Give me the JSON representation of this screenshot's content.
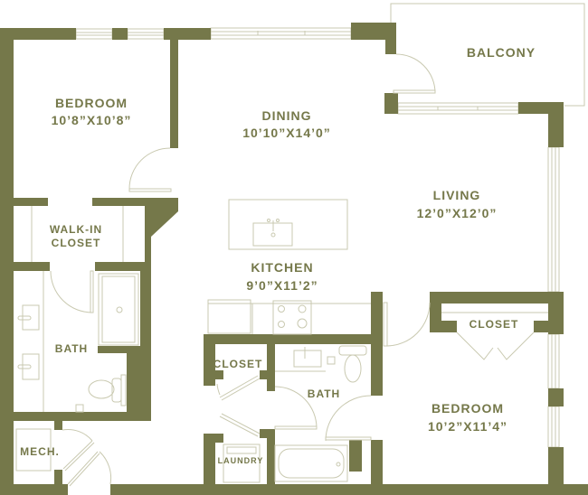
{
  "colors": {
    "wall": "#75784a",
    "fixture": "#c9c9b0",
    "background": "#ffffff"
  },
  "rooms": {
    "bedroom1": {
      "name": "BEDROOM",
      "size": "10’8”X10’8”"
    },
    "dining": {
      "name": "DINING",
      "size": "10’10”X14’0”"
    },
    "balcony": {
      "name": "BALCONY"
    },
    "living": {
      "name": "LIVING",
      "size": "12’0”X12’0”"
    },
    "walkin": {
      "name_line1": "WALK-IN",
      "name_line2": "CLOSET"
    },
    "kitchen": {
      "name": "KITCHEN",
      "size": "9’0”X11’2”"
    },
    "bath1": {
      "name": "BATH"
    },
    "closet_bedroom2": {
      "name": "CLOSET"
    },
    "closet_hall": {
      "name": "CLOSET"
    },
    "bath2": {
      "name": "BATH"
    },
    "bedroom2": {
      "name": "BEDROOM",
      "size": "10’2”X11’4”"
    },
    "mech": {
      "name": "MECH."
    },
    "laundry": {
      "name": "LAUNDRY"
    }
  }
}
